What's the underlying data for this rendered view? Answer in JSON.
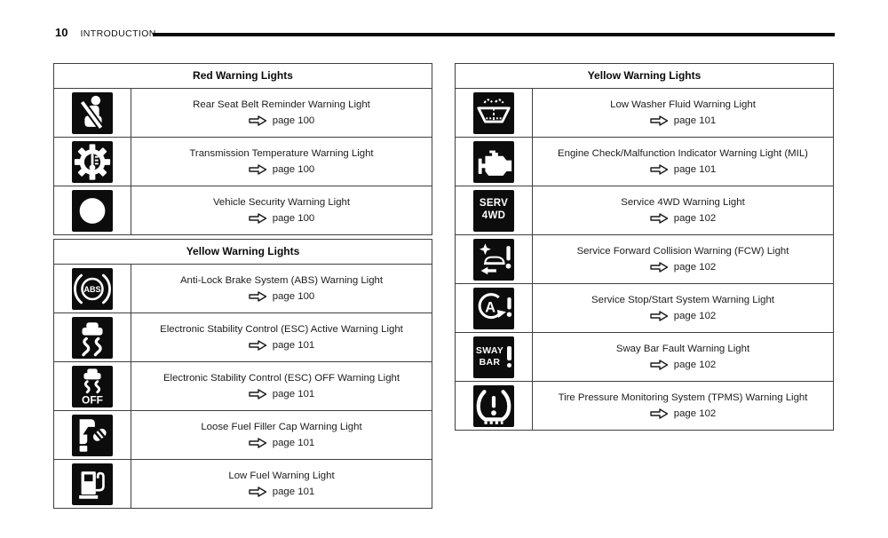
{
  "page_header": {
    "page_number": "10",
    "section": "INTRODUCTION"
  },
  "tables": [
    {
      "title": "Red Warning Lights",
      "rows": [
        {
          "icon": "seat-belt-reminder-icon",
          "label": "Rear Seat Belt Reminder Warning Light",
          "page": "page 100"
        },
        {
          "icon": "transmission-temperature-icon",
          "label": "Transmission Temperature Warning Light",
          "page": "page 100"
        },
        {
          "icon": "vehicle-security-icon",
          "label": "Vehicle Security Warning Light",
          "page": "page 100"
        }
      ]
    },
    {
      "title": "Yellow Warning Lights",
      "rows": [
        {
          "icon": "abs-icon",
          "icon_text": "ABS",
          "label": "Anti-Lock Brake System (ABS) Warning Light",
          "page": "page 100"
        },
        {
          "icon": "esc-active-icon",
          "label": "Electronic Stability Control (ESC) Active Warning Light",
          "page": "page 101"
        },
        {
          "icon": "esc-off-icon",
          "icon_text": "OFF",
          "label": "Electronic Stability Control (ESC) OFF Warning Light",
          "page": "page 101"
        },
        {
          "icon": "loose-fuel-cap-icon",
          "label": "Loose Fuel Filler Cap Warning Light",
          "page": "page 101"
        },
        {
          "icon": "low-fuel-icon",
          "label": "Low Fuel Warning Light",
          "page": "page 101"
        }
      ]
    },
    {
      "title": "Yellow Warning Lights",
      "rows": [
        {
          "icon": "washer-fluid-icon",
          "label": "Low Washer Fluid Warning Light",
          "page": "page 101"
        },
        {
          "icon": "engine-check-icon",
          "label": "Engine Check/Malfunction Indicator Warning Light (MIL)",
          "page": "page 101"
        },
        {
          "icon": "serv-4wd-icon",
          "icon_line1": "SERV",
          "icon_line2": "4WD",
          "label": "Service 4WD Warning Light",
          "page": "page 102"
        },
        {
          "icon": "forward-collision-icon",
          "label": "Service Forward Collision Warning (FCW) Light",
          "page": "page 102"
        },
        {
          "icon": "stop-start-icon",
          "icon_text": "A",
          "label": "Service Stop/Start System Warning Light",
          "page": "page 102"
        },
        {
          "icon": "sway-bar-icon",
          "icon_line1": "SWAY",
          "icon_line2": "BAR",
          "label": "Sway Bar Fault Warning Light",
          "page": "page 102"
        },
        {
          "icon": "tpms-icon",
          "label": "Tire Pressure Monitoring System (TPMS) Warning Light",
          "page": "page 102"
        }
      ]
    }
  ]
}
